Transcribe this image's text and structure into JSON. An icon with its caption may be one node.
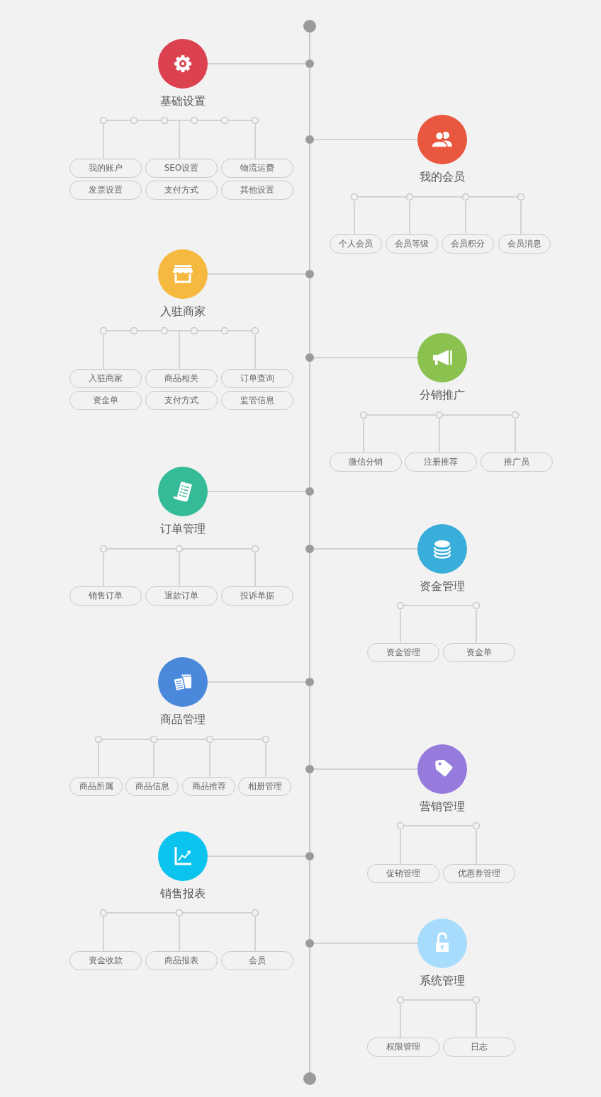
{
  "diagram": {
    "nodes": [
      {
        "text": [],
        "shape": "circle"
      },
      {
        "text": [],
        "shape": "circle"
      },
      {
        "text": [
          "基础设置"
        ]
      },
      {
        "text": [],
        "shape": "bar"
      },
      {
        "text": [
          "我的账户"
        ]
      },
      {
        "text": [
          "SEO设置"
        ]
      },
      {
        "text": [
          "物流运费"
        ]
      },
      {
        "text": [
          "发票设置"
        ]
      },
      {
        "text": [
          "支付方式"
        ]
      },
      {
        "text": [
          "其他设置"
        ]
      },
      {
        "text": [],
        "shape": "circle"
      },
      {
        "text": [
          "我的会员"
        ]
      },
      {
        "text": [],
        "shape": "bar"
      },
      {
        "text": [
          "个人会员"
        ]
      },
      {
        "text": [
          "会员等级"
        ]
      },
      {
        "text": [
          "会员积分"
        ]
      },
      {
        "text": [
          "会员消息"
        ]
      },
      {
        "text": [],
        "shape": "circle"
      },
      {
        "text": [
          "入驻商家"
        ]
      },
      {
        "text": [],
        "shape": "bar"
      },
      {
        "text": [
          "入驻商家"
        ]
      },
      {
        "text": [
          "商品相关"
        ]
      },
      {
        "text": [
          "订单查询"
        ]
      },
      {
        "text": [
          "资金单"
        ]
      },
      {
        "text": [
          "支付方式"
        ]
      },
      {
        "text": [
          "监管信息"
        ]
      },
      {
        "text": [],
        "shape": "circle"
      },
      {
        "text": [
          "分销推广"
        ]
      },
      {
        "text": [],
        "shape": "bar"
      },
      {
        "text": [
          "微信分销"
        ]
      },
      {
        "text": [
          "注册推荐"
        ]
      },
      {
        "text": [
          "推广员"
        ]
      },
      {
        "text": [],
        "shape": "circle"
      },
      {
        "text": [
          "订单管理"
        ]
      },
      {
        "text": [],
        "shape": "bar"
      },
      {
        "text": [
          "销售订单"
        ]
      },
      {
        "text": [
          "退款订单"
        ]
      },
      {
        "text": [
          "投诉单据"
        ]
      },
      {
        "text": [],
        "shape": "circle"
      },
      {
        "text": [
          "资金管理"
        ]
      },
      {
        "text": [],
        "shape": "bar"
      },
      {
        "text": [
          "资金管理"
        ]
      },
      {
        "text": [
          "资金单"
        ]
      },
      {
        "text": [],
        "shape": "circle"
      },
      {
        "text": [
          "商品管理"
        ]
      },
      {
        "text": [],
        "shape": "bar"
      },
      {
        "text": [
          "商品所属"
        ]
      },
      {
        "text": [
          "商品信息"
        ]
      },
      {
        "text": [
          "商品推荐"
        ]
      },
      {
        "text": [
          "相册管理"
        ]
      },
      {
        "text": [],
        "shape": "circle"
      },
      {
        "text": [
          "营销管理"
        ]
      },
      {
        "text": [],
        "shape": "bar"
      },
      {
        "text": [
          "促销管理"
        ]
      },
      {
        "text": [
          "优惠券管理"
        ]
      },
      {
        "text": [],
        "shape": "circle"
      },
      {
        "text": [
          "销售报表"
        ]
      },
      {
        "text": [],
        "shape": "bar"
      },
      {
        "text": [
          "资金收款"
        ]
      },
      {
        "text": [
          "商品报表"
        ]
      },
      {
        "text": [
          "会员"
        ]
      },
      {
        "text": [],
        "shape": "circle"
      },
      {
        "text": [
          "系统管理"
        ]
      },
      {
        "text": [],
        "shape": "bar"
      },
      {
        "text": [
          "权限管理"
        ]
      },
      {
        "text": [
          "日志"
        ]
      },
      {
        "text": [],
        "shape": "circle"
      }
    ],
    "edges": [
      {
        "from": 0,
        "to": 1,
        "arrow": "none"
      },
      {
        "from": 1,
        "to": 2,
        "arrow": "none"
      },
      {
        "from": 3,
        "to": 4,
        "arrow": "none"
      },
      {
        "from": 3,
        "to": 5,
        "arrow": "none"
      },
      {
        "from": 3,
        "to": 6,
        "arrow": "none"
      },
      {
        "from": 1,
        "to": 10,
        "arrow": "none"
      },
      {
        "from": 10,
        "to": 11,
        "arrow": "none"
      },
      {
        "from": 12,
        "to": 13,
        "arrow": "none"
      },
      {
        "from": 12,
        "to": 14,
        "arrow": "none"
      },
      {
        "from": 12,
        "to": 15,
        "arrow": "none"
      },
      {
        "from": 12,
        "to": 16,
        "arrow": "none"
      },
      {
        "from": 10,
        "to": 17,
        "arrow": "none"
      },
      {
        "from": 17,
        "to": 18,
        "arrow": "none"
      },
      {
        "from": 19,
        "to": 20,
        "arrow": "none"
      },
      {
        "from": 19,
        "to": 21,
        "arrow": "none"
      },
      {
        "from": 19,
        "to": 22,
        "arrow": "none"
      },
      {
        "from": 17,
        "to": 26,
        "arrow": "none"
      },
      {
        "from": 26,
        "to": 27,
        "arrow": "none"
      },
      {
        "from": 28,
        "to": 29,
        "arrow": "none"
      },
      {
        "from": 28,
        "to": 30,
        "arrow": "none"
      },
      {
        "from": 28,
        "to": 31,
        "arrow": "none"
      },
      {
        "from": 26,
        "to": 32,
        "arrow": "none"
      },
      {
        "from": 32,
        "to": 33,
        "arrow": "none"
      },
      {
        "from": 34,
        "to": 35,
        "arrow": "none"
      },
      {
        "from": 34,
        "to": 36,
        "arrow": "none"
      },
      {
        "from": 34,
        "to": 37,
        "arrow": "none"
      },
      {
        "from": 32,
        "to": 38,
        "arrow": "none"
      },
      {
        "from": 38,
        "to": 39,
        "arrow": "none"
      },
      {
        "from": 40,
        "to": 41,
        "arrow": "none"
      },
      {
        "from": 40,
        "to": 42,
        "arrow": "none"
      },
      {
        "from": 38,
        "to": 43,
        "arrow": "none"
      },
      {
        "from": 43,
        "to": 44,
        "arrow": "none"
      },
      {
        "from": 45,
        "to": 46,
        "arrow": "none"
      },
      {
        "from": 45,
        "to": 47,
        "arrow": "none"
      },
      {
        "from": 45,
        "to": 48,
        "arrow": "none"
      },
      {
        "from": 45,
        "to": 49,
        "arrow": "none"
      },
      {
        "from": 43,
        "to": 50,
        "arrow": "none"
      },
      {
        "from": 50,
        "to": 51,
        "arrow": "none"
      },
      {
        "from": 52,
        "to": 53,
        "arrow": "none"
      },
      {
        "from": 52,
        "to": 54,
        "arrow": "none"
      },
      {
        "from": 50,
        "to": 55,
        "arrow": "none"
      },
      {
        "from": 55,
        "to": 56,
        "arrow": "none"
      },
      {
        "from": 57,
        "to": 58,
        "arrow": "none"
      },
      {
        "from": 57,
        "to": 59,
        "arrow": "none"
      },
      {
        "from": 57,
        "to": 60,
        "arrow": "none"
      },
      {
        "from": 55,
        "to": 61,
        "arrow": "none"
      },
      {
        "from": 61,
        "to": 62,
        "arrow": "none"
      },
      {
        "from": 63,
        "to": 64,
        "arrow": "none"
      },
      {
        "from": 63,
        "to": 65,
        "arrow": "none"
      },
      {
        "from": 61,
        "to": 66,
        "arrow": "none"
      }
    ]
  }
}
